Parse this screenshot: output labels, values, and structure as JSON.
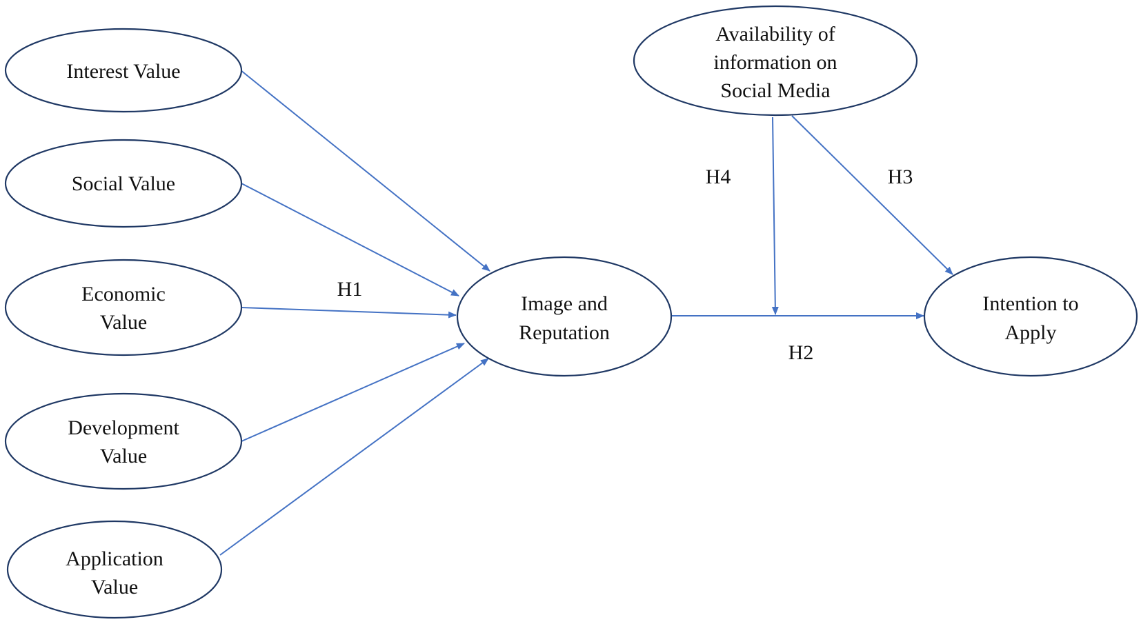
{
  "nodes": [
    {
      "id": "interest",
      "lines": [
        "Interest Value"
      ]
    },
    {
      "id": "social",
      "lines": [
        "Social Value"
      ]
    },
    {
      "id": "economic",
      "lines": [
        "Economic",
        "Value"
      ]
    },
    {
      "id": "development",
      "lines": [
        "Development",
        "Value"
      ]
    },
    {
      "id": "application",
      "lines": [
        "Application",
        "Value"
      ]
    },
    {
      "id": "image",
      "lines": [
        "Image and",
        "Reputation"
      ]
    },
    {
      "id": "availability",
      "lines": [
        "Availability of",
        "information on",
        "Social Media"
      ]
    },
    {
      "id": "intention",
      "lines": [
        "Intention to",
        "Apply"
      ]
    }
  ],
  "edges": [
    {
      "from": "interest",
      "to": "image"
    },
    {
      "from": "social",
      "to": "image"
    },
    {
      "from": "economic",
      "to": "image"
    },
    {
      "from": "development",
      "to": "image"
    },
    {
      "from": "application",
      "to": "image"
    },
    {
      "from": "image",
      "to": "intention"
    },
    {
      "from": "availability",
      "to": "intention"
    },
    {
      "from": "availability",
      "to": "image-intention-path"
    }
  ],
  "labels": {
    "h1": "H1",
    "h2": "H2",
    "h3": "H3",
    "h4": "H4"
  },
  "colors": {
    "arrow": "#4472c4",
    "outline": "#1f3864"
  }
}
